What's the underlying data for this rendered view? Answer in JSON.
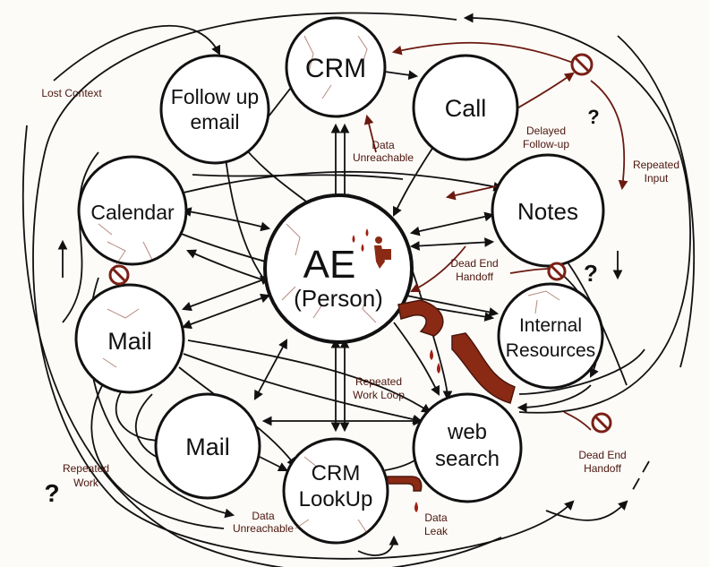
{
  "nodes": {
    "crm": "CRM",
    "follow_up_email_l1": "Follow up",
    "follow_up_email_l2": "email",
    "call": "Call",
    "calendar": "Calendar",
    "notes": "Notes",
    "ae_l1": "AE",
    "ae_l2": "(Person)",
    "mail_left": "Mail",
    "mail_bottom": "Mail",
    "internal_resources_l1": "Internal",
    "internal_resources_l2": "Resources",
    "web_search_l1": "web",
    "web_search_l2": "search",
    "crm_lookup_l1": "CRM",
    "crm_lookup_l2": "LookUp"
  },
  "annotations": {
    "lost_context": "Lost Context",
    "data_unreachable_top_l1": "Data",
    "data_unreachable_top_l2": "Unreachable",
    "delayed_followup_l1": "Delayed",
    "delayed_followup_l2": "Follow-up",
    "repeated_input_l1": "Repeated",
    "repeated_input_l2": "Input",
    "dead_end_mid_l1": "Dead End",
    "dead_end_mid_l2": "Handoff",
    "repeated_work_loop_l1": "Repeated",
    "repeated_work_loop_l2": "Work Loop",
    "dead_end_right_l1": "Dead End",
    "dead_end_right_l2": "Handoff",
    "repeated_work_l1": "Repeated",
    "repeated_work_l2": "Work",
    "data_unreachable_bottom_l1": "Data",
    "data_unreachable_bottom_l2": "Unreachable",
    "data_leak_l1": "Data",
    "data_leak_l2": "Leak",
    "question_mark": "?"
  },
  "colors": {
    "ink": "#111111",
    "rust": "#6b1a10",
    "blood": "#a02012",
    "background": "#fdfbf8"
  },
  "icons": [
    "no-entry-icon",
    "question-mark-icon",
    "broken-pipe-icon",
    "leaking-faucet-icon",
    "blood-drop-icon",
    "overburdened-person-icon"
  ]
}
